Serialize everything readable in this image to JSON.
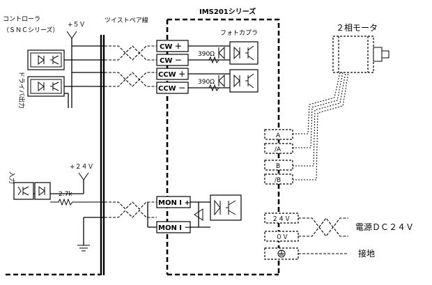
{
  "controller": {
    "title": "コントローラ",
    "series": "（ＳＮＣシリーズ）",
    "supply": "+５Ｖ"
  },
  "driver_output_label": "ドライバ出力",
  "input_label": "入力",
  "input_supply": "+２４Ｖ",
  "input_resistor": "2.7k",
  "twisted_pair_label": "ツイストペア線",
  "ims_title": "IMS201シリーズ",
  "photocoupler_label": "フォトカプラ",
  "resistor_cw": "390Ω",
  "resistor_ccw": "390Ω",
  "terminals": [
    "CW ＋",
    "CW －",
    "CCW ＋",
    "CCW －"
  ],
  "monitor_terminals": [
    "MON I +",
    "MON I －"
  ],
  "motor_label": "２相モータ",
  "motor_terminals": [
    "A",
    "/A",
    "B",
    "/B"
  ],
  "power_terminals": [
    "２４Ｖ",
    "０Ｖ"
  ],
  "power_label": "電源ＤＣ２４Ｖ",
  "ground_label": "接地"
}
